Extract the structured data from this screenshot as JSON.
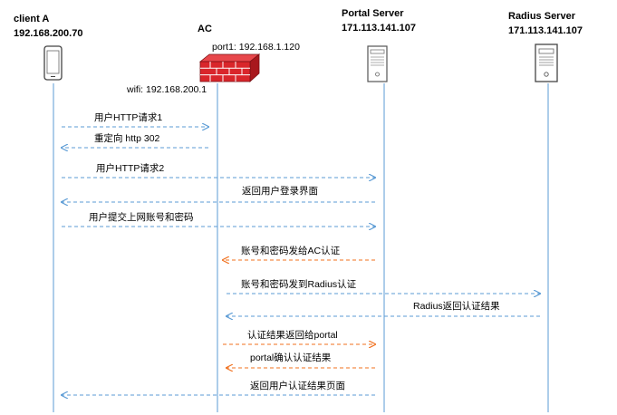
{
  "participants": [
    {
      "id": "client",
      "name": "client A",
      "ip": "192.168.200.70",
      "icon": "phone-icon"
    },
    {
      "id": "ac",
      "name": "AC",
      "ip": "",
      "icon": "firewall-icon"
    },
    {
      "id": "portal",
      "name": "Portal Server",
      "ip": "171.113.141.107",
      "icon": "server-icon"
    },
    {
      "id": "radius",
      "name": "Radius Server",
      "ip": "171.113.141.107",
      "icon": "server-icon"
    }
  ],
  "annotations": {
    "ac_port": "port1: 192.168.1.120",
    "ac_wifi": "wifi: 192.168.200.1"
  },
  "colors": {
    "lifeline": "#5b9bd5",
    "arrow_blue": "#5b9bd5",
    "arrow_orange": "#f0701e",
    "firewall": "#d9262b"
  },
  "messages": [
    {
      "from": "client",
      "to": "ac",
      "label": "用户HTTP请求1",
      "color": "blue"
    },
    {
      "from": "ac",
      "to": "client",
      "label": "重定向 http 302",
      "color": "blue"
    },
    {
      "from": "client",
      "to": "portal",
      "label": "用户HTTP请求2",
      "color": "blue"
    },
    {
      "from": "portal",
      "to": "client",
      "label": "返回用户登录界面",
      "color": "blue"
    },
    {
      "from": "client",
      "to": "portal",
      "label": "用户提交上网账号和密码",
      "color": "blue"
    },
    {
      "from": "portal",
      "to": "ac",
      "label": "账号和密码发给AC认证",
      "color": "orange"
    },
    {
      "from": "ac",
      "to": "radius",
      "label": "账号和密码发到Radius认证",
      "color": "blue"
    },
    {
      "from": "radius",
      "to": "ac",
      "label": "Radius返回认证结果",
      "color": "blue"
    },
    {
      "from": "ac",
      "to": "portal",
      "label": "认证结果返回给portal",
      "color": "orange"
    },
    {
      "from": "portal",
      "to": "ac",
      "label": "portal确认认证结果",
      "color": "orange"
    },
    {
      "from": "portal",
      "to": "client",
      "label": "返回用户认证结果页面",
      "color": "blue"
    }
  ]
}
